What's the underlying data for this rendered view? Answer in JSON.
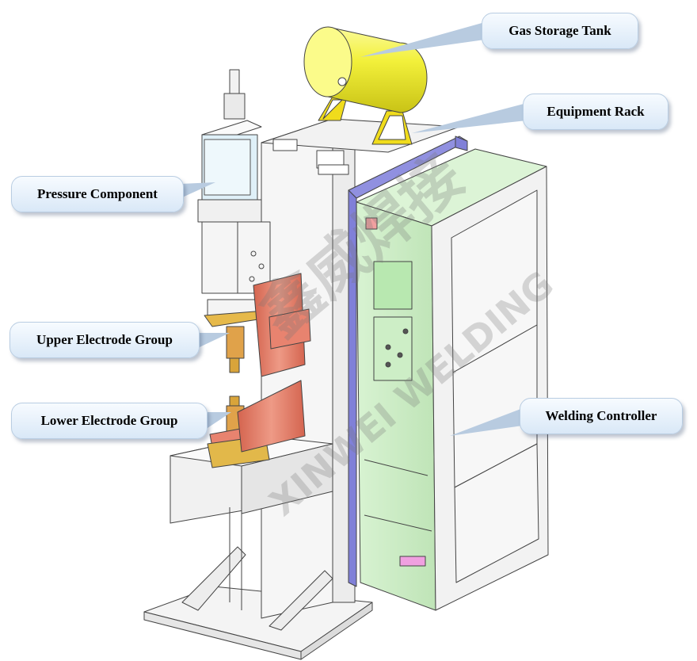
{
  "labels": {
    "gas_tank": "Gas Storage Tank",
    "rack": "Equipment Rack",
    "pressure": "Pressure Component",
    "upper_electrode": "Upper Electrode Group",
    "lower_electrode": "Lower Electrode Group",
    "controller": "Welding Controller"
  },
  "watermark": {
    "cn": "鑫威焊接",
    "en": "XINWEI WELDING"
  },
  "colors": {
    "tank": "#f2f03a",
    "tank_stand": "#f0dc1c",
    "controller": "#cdeec6",
    "copper": "#e8836f",
    "brass": "#e2b84a",
    "rail": "#8080d8",
    "line": "#444444",
    "callout_top": "#f7fbff",
    "callout_bottom": "#d9e8f7"
  }
}
